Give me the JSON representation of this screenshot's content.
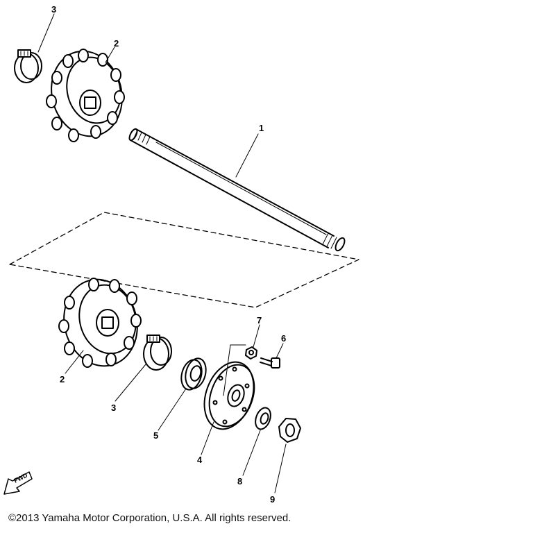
{
  "callouts": {
    "shaft": "1",
    "sprocket_upper": "2",
    "clamp_upper": "3",
    "sprocket_lower": "2",
    "clamp_lower": "3",
    "bearing_housing": "4",
    "bearing": "5",
    "bolt": "6",
    "nut_small": "7",
    "washer": "8",
    "nut_large": "9"
  },
  "direction_marker": {
    "label": "FWD"
  },
  "copyright": "©2013 Yamaha Motor Corporation, U.S.A. All rights reserved."
}
